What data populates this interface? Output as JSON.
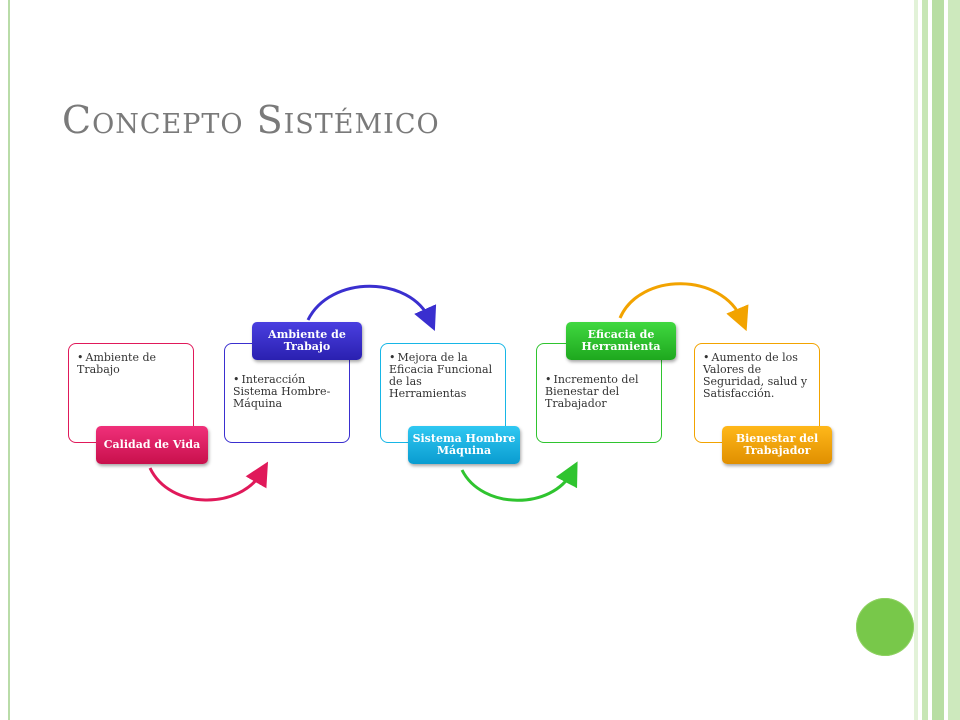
{
  "title": "Concepto Sistémico",
  "steps": [
    {
      "text": "Ambiente de Trabajo",
      "label": "Calidad de Vida",
      "color": "#e0195a"
    },
    {
      "text": "Interacción Sistema Hombre-Máquina",
      "label": "Ambiente de Trabajo",
      "color": "#3a2fcf"
    },
    {
      "text": "Mejora de la Eficacia Funcional de las Herramientas",
      "label": "Sistema Hombre Máquina",
      "color": "#17b6e6"
    },
    {
      "text": "Incremento del Bienestar del Trabajador",
      "label": "Eficacia de Herramienta",
      "color": "#2fc42f"
    },
    {
      "text": "Aumento de los Valores de Seguridad, salud y Satisfacción.",
      "label": "Bienestar del Trabajador",
      "color": "#f2a300"
    }
  ]
}
